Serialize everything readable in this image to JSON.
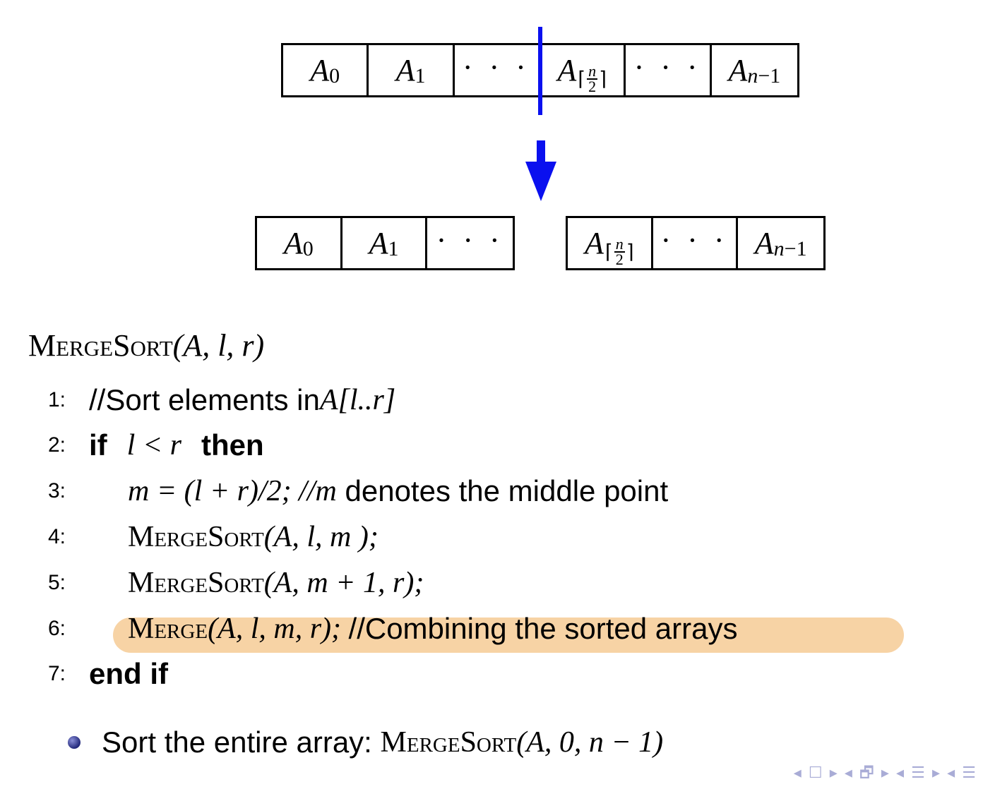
{
  "top_array": {
    "cells": [
      {
        "base": "A",
        "sub": "0"
      },
      {
        "base": "A",
        "sub": "1"
      },
      {
        "dots": "· · ·"
      },
      {
        "base": "A",
        "ceil_num": "n",
        "ceil_den": "2"
      },
      {
        "dots": "· · ·"
      },
      {
        "base": "A",
        "sub": "n−1"
      }
    ]
  },
  "left_array": {
    "cells": [
      {
        "base": "A",
        "sub": "0"
      },
      {
        "base": "A",
        "sub": "1"
      },
      {
        "dots": "· · ·"
      }
    ]
  },
  "right_array": {
    "cells": [
      {
        "base": "A",
        "ceil_num": "n",
        "ceil_den": "2"
      },
      {
        "dots": "· · ·"
      },
      {
        "base": "A",
        "sub": "n−1"
      }
    ]
  },
  "colors": {
    "split_line": "#0a10ef",
    "arrow": "#0a10ef",
    "highlight": "#f7d3a5",
    "nav": "#a9acd6"
  },
  "algorithm": {
    "title_name": "MergeSort",
    "title_args": "(A, l, r)",
    "lines": [
      {
        "num": "1:",
        "comment": "//Sort elements in ",
        "math": "A[l..r]"
      },
      {
        "num": "2:",
        "kw_if": "if",
        "cond": "l < r",
        "kw_then": "then"
      },
      {
        "num": "3:",
        "math": "m = (l + r)/2; //m",
        "comment": " denotes the middle point"
      },
      {
        "num": "4:",
        "call": "MergeSort",
        "args": "(A, l, m );"
      },
      {
        "num": "5:",
        "call": "MergeSort",
        "args": "(A, m + 1, r);"
      },
      {
        "num": "6:",
        "call": "Merge",
        "args": "(A, l, m, r); ",
        "comment": "//Combining the sorted arrays"
      },
      {
        "num": "7:",
        "kw_end": "end if"
      }
    ]
  },
  "bullet": {
    "text": "Sort the entire array: ",
    "call": "MergeSort",
    "args": "(A, 0, n − 1)"
  },
  "nav_icons": "◂ ☐ ▸ ◂ 🗗 ▸ ◂ ☰ ▸ ◂ ☰"
}
